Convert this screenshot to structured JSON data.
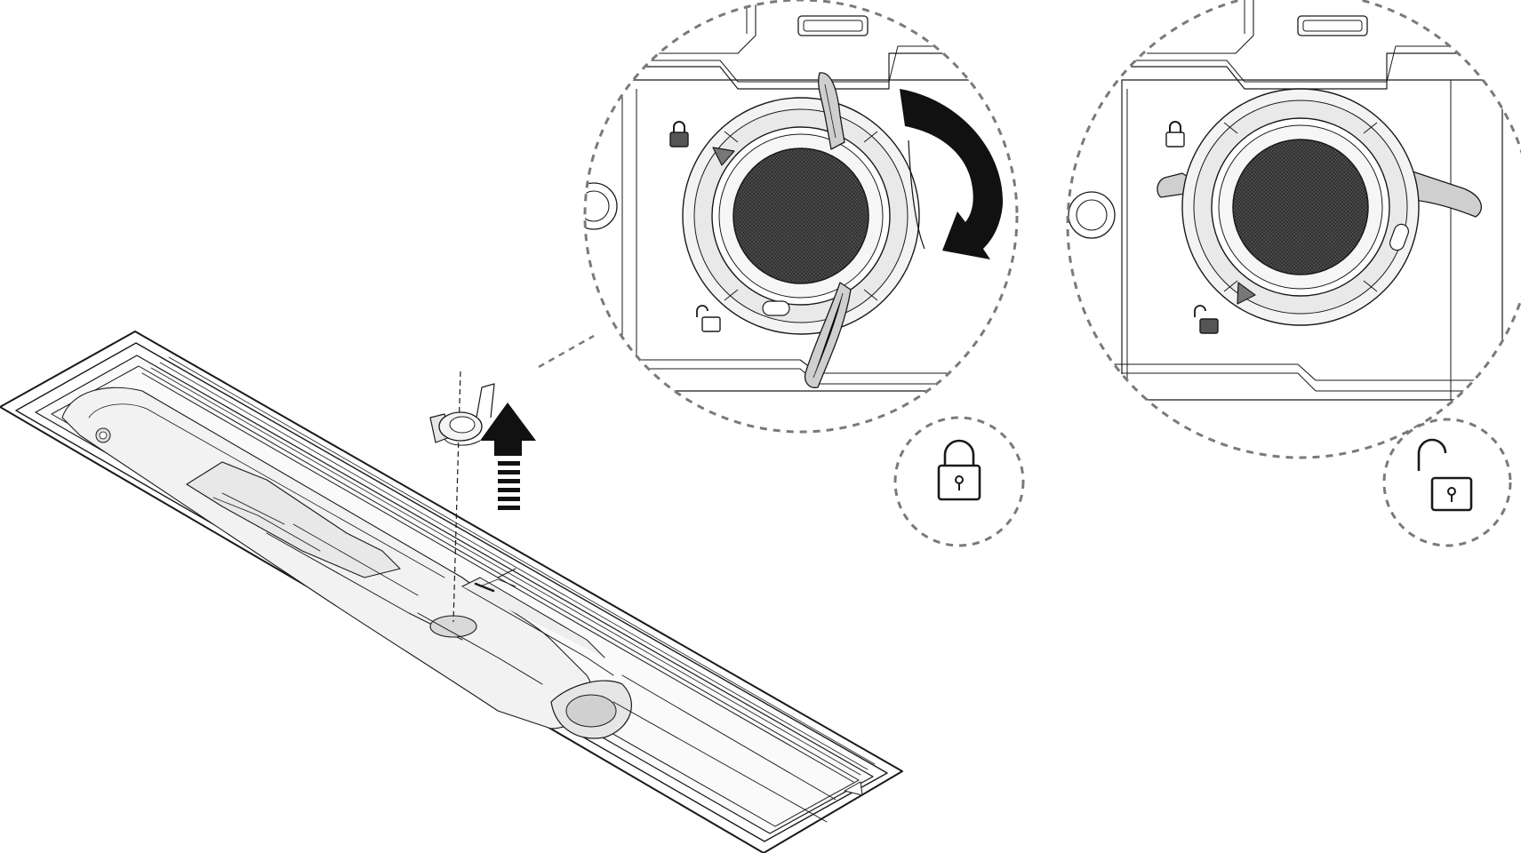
{
  "diagram": {
    "steps": [
      {
        "state": "locked",
        "icon": "lock-closed-icon",
        "action": "rotate-clockwise"
      },
      {
        "state": "unlocked",
        "icon": "lock-open-icon",
        "action": "lift-out"
      }
    ],
    "colors": {
      "line": "#1a1a1a",
      "dashed": "#7a7a7a",
      "mesh": "#2a2a2a",
      "fill_light": "#f0f0f0",
      "fill_mid": "#d9d9d9",
      "arrow": "#111111"
    }
  }
}
